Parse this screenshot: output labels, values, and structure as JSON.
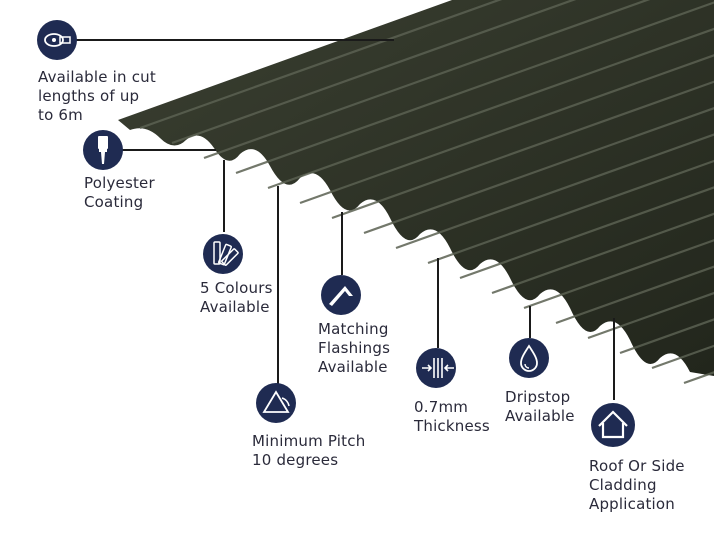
{
  "colors": {
    "sheet": "#2c3024",
    "sheet_highlight": "#5b6152",
    "icon_bg": "#1f2b52",
    "leader": "#1a1a1a",
    "text": "#2a2a3a"
  },
  "features": [
    {
      "icon": "tape-measure-icon",
      "lines": [
        "Available in cut",
        "lengths of up",
        "to 6m"
      ]
    },
    {
      "icon": "paint-brush-icon",
      "lines": [
        "Polyester",
        "Coating"
      ]
    },
    {
      "icon": "colour-swatch-icon",
      "lines": [
        "5 Colours",
        "Available"
      ]
    },
    {
      "icon": "flashing-icon",
      "lines": [
        "Matching",
        "Flashings",
        "Available"
      ]
    },
    {
      "icon": "pitch-angle-icon",
      "lines": [
        "Minimum Pitch",
        "10 degrees"
      ]
    },
    {
      "icon": "thickness-icon",
      "lines": [
        "0.7mm",
        "Thickness"
      ]
    },
    {
      "icon": "water-drop-icon",
      "lines": [
        "Dripstop",
        "Available"
      ]
    },
    {
      "icon": "house-icon",
      "lines": [
        "Roof Or Side",
        "Cladding",
        "Application"
      ]
    }
  ]
}
